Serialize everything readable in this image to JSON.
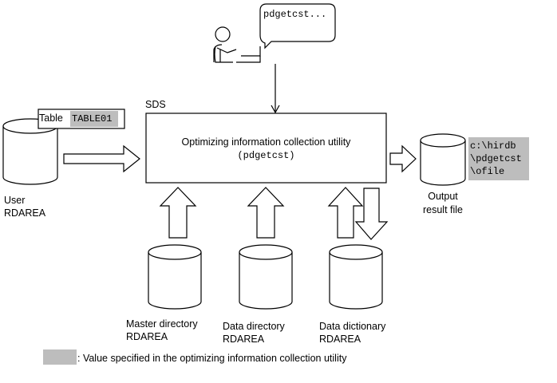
{
  "terminal": {
    "command": "pdgetcst..."
  },
  "sds": {
    "label": "SDS"
  },
  "utility": {
    "line1": "Optimizing information collection utility",
    "line2": "(pdgetcst)"
  },
  "table_callout": {
    "label": "Table",
    "value": "TABLE01"
  },
  "user_rdarea": {
    "line1": "User",
    "line2": "RDAREA"
  },
  "output": {
    "line1": "Output",
    "line2": "result file",
    "path": [
      "c:\\hirdb",
      "\\pdgetcst",
      "\\ofile"
    ]
  },
  "master_dir": {
    "line1": "Master directory",
    "line2": "RDAREA"
  },
  "data_dir": {
    "line1": "Data directory",
    "line2": "RDAREA"
  },
  "data_dict": {
    "line1": "Data dictionary",
    "line2": "RDAREA"
  },
  "legend": {
    "text": ": Value specified in the optimizing information collection utility",
    "swatch_color": "#bdbdbd"
  }
}
